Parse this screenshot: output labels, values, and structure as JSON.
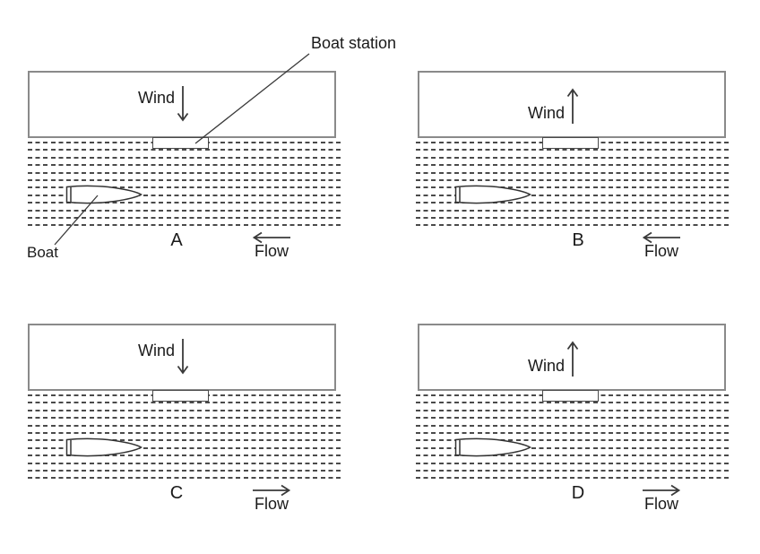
{
  "figure": {
    "labels": {
      "boat_station": "Boat station",
      "boat": "Boat"
    },
    "panels": [
      {
        "letter": "A",
        "wind_label": "Wind",
        "wind_direction": "down",
        "flow_label": "Flow",
        "flow_direction": "left"
      },
      {
        "letter": "B",
        "wind_label": "Wind",
        "wind_direction": "up",
        "flow_label": "Flow",
        "flow_direction": "left"
      },
      {
        "letter": "C",
        "wind_label": "Wind",
        "wind_direction": "down",
        "flow_label": "Flow",
        "flow_direction": "right"
      },
      {
        "letter": "D",
        "wind_label": "Wind",
        "wind_direction": "up",
        "flow_label": "Flow",
        "flow_direction": "right"
      }
    ],
    "colors": {
      "background": "#ffffff",
      "line": "#3a3a3a",
      "shore_border": "#8a8a8a",
      "water_dash": "#4a4a4a",
      "text": "#1a1a1a"
    }
  }
}
